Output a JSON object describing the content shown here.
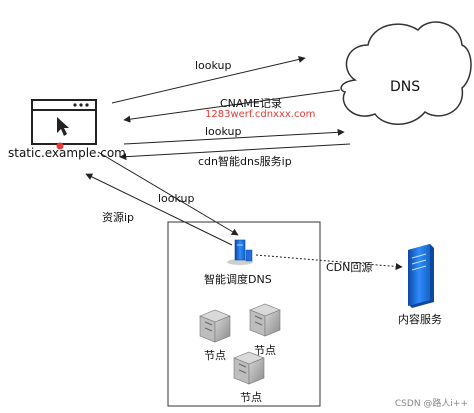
{
  "nodes": {
    "dns_cloud": "DNS",
    "browser": "static.example.com",
    "smart_dns": "智能调度DNS",
    "content_service": "内容服务",
    "node_a": "节点",
    "node_b": "节点",
    "node_c": "节点"
  },
  "edges": {
    "lookup_1": "lookup",
    "cname": "CNAME记录",
    "cname_value": "1283werf.cdnxxx.com",
    "lookup_2": "lookup",
    "cdn_dns_ip": "cdn智能dns服务ip",
    "lookup_3": "lookup",
    "resource_ip": "资源ip",
    "cdn_origin": "CDN回源"
  },
  "watermark": "CSDN @路人i++",
  "colors": {
    "cname_value": "#e53935",
    "server_blue": "#1e6fd9",
    "node_gray": "#9e9e9e",
    "pointer_red": "#e53935"
  }
}
